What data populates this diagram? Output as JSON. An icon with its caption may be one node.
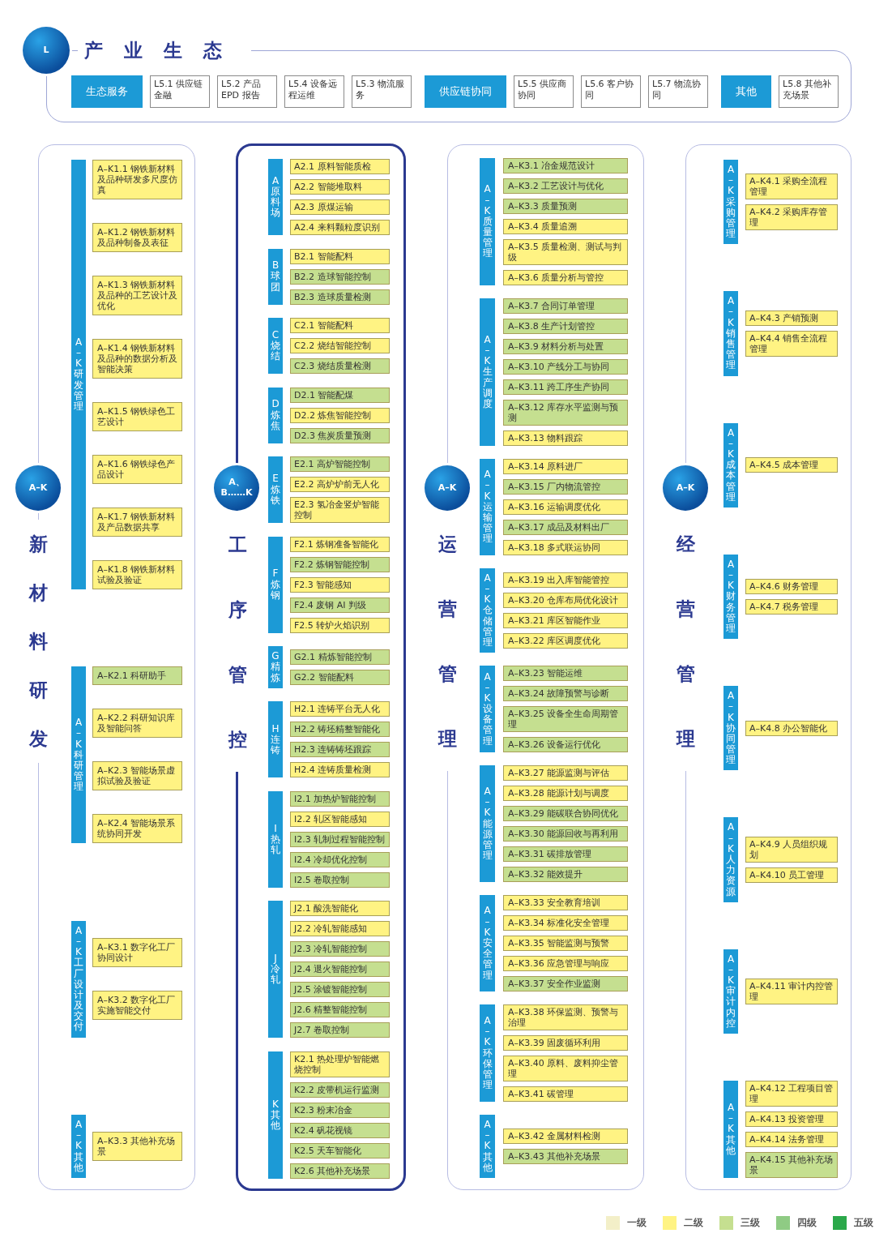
{
  "diagram": {
    "nodes": [
      {
        "text": [
          "L"
        ]
      },
      {
        "text": [
          "产业生态"
        ]
      },
      {
        "text": [
          "生态服务"
        ],
        "in": 1
      },
      {
        "text": [
          "L5.1 供应链金融"
        ],
        "in": 1
      },
      {
        "text": [
          "L5.2 产品 EPD 报告"
        ],
        "in": 1
      },
      {
        "text": [
          "L5.4 设备远程运维"
        ],
        "in": 1
      },
      {
        "text": [
          "L5.3 物流服务"
        ],
        "in": 1
      },
      {
        "text": [
          "供应链协同"
        ],
        "in": 1
      },
      {
        "text": [
          "L5.5 供应商协同"
        ],
        "in": 1
      },
      {
        "text": [
          "L5.6 客户协同"
        ],
        "in": 1
      },
      {
        "text": [
          "L5.7 物流协同"
        ],
        "in": 1
      },
      {
        "text": [
          "其他"
        ],
        "in": 1
      },
      {
        "text": [
          "L5.8 其他补充场景"
        ],
        "in": 1
      },
      {
        "text": [
          "A–K"
        ]
      },
      {
        "text": [
          "新材料研发"
        ]
      },
      {
        "text": [
          "A–K研发管理"
        ],
        "in": 14
      },
      {
        "text": [
          "A–K1.1 钢铁新材料及品种研发多尺度仿真"
        ],
        "in": 14
      },
      {
        "text": [
          "A–K1.2 钢铁新材料及品种制备及表征"
        ],
        "in": 14
      },
      {
        "text": [
          "A–K1.3 钢铁新材料及品种的工艺设计及优化"
        ],
        "in": 14
      },
      {
        "text": [
          "A–K1.4 钢铁新材料及品种的数据分析及智能决策"
        ],
        "in": 14
      },
      {
        "text": [
          "A–K1.5 钢铁绿色工艺设计"
        ],
        "in": 14
      },
      {
        "text": [
          "A–K1.6 钢铁绿色产品设计"
        ],
        "in": 14
      },
      {
        "text": [
          "A–K1.7 钢铁新材料及产品数据共享"
        ],
        "in": 14
      },
      {
        "text": [
          "A–K1.8 钢铁新材料试验及验证"
        ],
        "in": 14
      },
      {
        "text": [
          "A–K科研管理"
        ],
        "in": 14
      },
      {
        "text": [
          "A–K2.1 科研助手"
        ],
        "in": 14
      },
      {
        "text": [
          "A–K2.2 科研知识库及智能问答"
        ],
        "in": 14
      },
      {
        "text": [
          "A–K2.3 智能场景虚拟试验及验证"
        ],
        "in": 14
      },
      {
        "text": [
          "A–K2.4 智能场景系统协同开发"
        ],
        "in": 14
      },
      {
        "text": [
          "A–K工厂设计及交付"
        ],
        "in": 14
      },
      {
        "text": [
          "A–K3.1 数字化工厂协同设计"
        ],
        "in": 14
      },
      {
        "text": [
          "A–K3.2 数字化工厂实施智能交付"
        ],
        "in": 14
      },
      {
        "text": [
          "A–K其他"
        ],
        "in": 14
      },
      {
        "text": [
          "A–K3.3 其他补充场景"
        ],
        "in": 14
      },
      {
        "text": [
          "A、B……K"
        ]
      },
      {
        "text": [
          "工序管控"
        ]
      },
      {
        "text": [
          "A原料场"
        ],
        "in": 35
      },
      {
        "text": [
          "A2.1 原料智能质检"
        ],
        "in": 35
      },
      {
        "text": [
          "A2.2 智能堆取料"
        ],
        "in": 35
      },
      {
        "text": [
          "A2.3 原煤运输"
        ],
        "in": 35
      },
      {
        "text": [
          "A2.4 来料颗粒度识别"
        ],
        "in": 35
      },
      {
        "text": [
          "B球团"
        ],
        "in": 35
      },
      {
        "text": [
          "B2.1 智能配料"
        ],
        "in": 35
      },
      {
        "text": [
          "B2.2 造球智能控制"
        ],
        "in": 35
      },
      {
        "text": [
          "B2.3 造球质量检测"
        ],
        "in": 35
      },
      {
        "text": [
          "C烧结"
        ],
        "in": 35
      },
      {
        "text": [
          "C2.1 智能配料"
        ],
        "in": 35
      },
      {
        "text": [
          "C2.2 烧结智能控制"
        ],
        "in": 35
      },
      {
        "text": [
          "C2.3 烧结质量检测"
        ],
        "in": 35
      },
      {
        "text": [
          "D炼焦"
        ],
        "in": 35
      },
      {
        "text": [
          "D2.1 智能配煤"
        ],
        "in": 35
      },
      {
        "text": [
          "D2.2 炼焦智能控制"
        ],
        "in": 35
      },
      {
        "text": [
          "D2.3 焦炭质量预测"
        ],
        "in": 35
      },
      {
        "text": [
          "E炼铁"
        ],
        "in": 35
      },
      {
        "text": [
          "E2.1 高炉智能控制"
        ],
        "in": 35
      },
      {
        "text": [
          "E2.2 高炉炉前无人化"
        ],
        "in": 35
      },
      {
        "text": [
          "E2.3 氢冶金竖炉智能控制"
        ],
        "in": 35
      },
      {
        "text": [
          "F炼钢"
        ],
        "in": 35
      },
      {
        "text": [
          "F2.1 炼钢准备智能化"
        ],
        "in": 35
      },
      {
        "text": [
          "F2.2 炼钢智能控制"
        ],
        "in": 35
      },
      {
        "text": [
          "F2.3 智能感知"
        ],
        "in": 35
      },
      {
        "text": [
          "F2.4 废钢 AI 判级"
        ],
        "in": 35
      },
      {
        "text": [
          "F2.5 转炉火焰识别"
        ],
        "in": 35
      },
      {
        "text": [
          "G精炼"
        ],
        "in": 35
      },
      {
        "text": [
          "G2.1 精炼智能控制"
        ],
        "in": 35
      },
      {
        "text": [
          "G2.2 智能配料"
        ],
        "in": 35
      },
      {
        "text": [
          "H连铸"
        ],
        "in": 35
      },
      {
        "text": [
          "H2.1 连铸平台无人化"
        ],
        "in": 35
      },
      {
        "text": [
          "H2.2 铸坯精整智能化"
        ],
        "in": 35
      },
      {
        "text": [
          "H2.3 连铸铸坯跟踪"
        ],
        "in": 35
      },
      {
        "text": [
          "H2.4 连铸质量检测"
        ],
        "in": 35
      },
      {
        "text": [
          "I热轧"
        ],
        "in": 35
      },
      {
        "text": [
          "I2.1 加热炉智能控制"
        ],
        "in": 35
      },
      {
        "text": [
          "I2.2 轧区智能感知"
        ],
        "in": 35
      },
      {
        "text": [
          "I2.3 轧制过程智能控制"
        ],
        "in": 35
      },
      {
        "text": [
          "I2.4 冷却优化控制"
        ],
        "in": 35
      },
      {
        "text": [
          "I2.5 卷取控制"
        ],
        "in": 35
      },
      {
        "text": [
          "J冷轧"
        ],
        "in": 35
      },
      {
        "text": [
          "J2.1 酸洗智能化"
        ],
        "in": 35
      },
      {
        "text": [
          "J2.2 冷轧智能感知"
        ],
        "in": 35
      },
      {
        "text": [
          "J2.3 冷轧智能控制"
        ],
        "in": 35
      },
      {
        "text": [
          "J2.4 退火智能控制"
        ],
        "in": 35
      },
      {
        "text": [
          "J2.5 涂镀智能控制"
        ],
        "in": 35
      },
      {
        "text": [
          "J2.6 精整智能控制"
        ],
        "in": 35
      },
      {
        "text": [
          "J2.7 卷取控制"
        ],
        "in": 35
      },
      {
        "text": [
          "K其他"
        ],
        "in": 35
      },
      {
        "text": [
          "K2.1 热处理炉智能燃烧控制"
        ],
        "in": 35
      },
      {
        "text": [
          "K2.2 皮带机运行监测"
        ],
        "in": 35
      },
      {
        "text": [
          "K2.3 粉末冶金"
        ],
        "in": 35
      },
      {
        "text": [
          "K2.4 矾花视镜"
        ],
        "in": 35
      },
      {
        "text": [
          "K2.5 天车智能化"
        ],
        "in": 35
      },
      {
        "text": [
          "K2.6 其他补充场景"
        ],
        "in": 35
      },
      {
        "text": [
          "A–K"
        ]
      },
      {
        "text": [
          "运营管理"
        ]
      },
      {
        "text": [
          "A–K质量管理"
        ],
        "in": 93
      },
      {
        "text": [
          "A–K3.1 冶金规范设计"
        ],
        "in": 93
      },
      {
        "text": [
          "A–K3.2 工艺设计与优化"
        ],
        "in": 93
      },
      {
        "text": [
          "A–K3.3 质量预测"
        ],
        "in": 93
      },
      {
        "text": [
          "A–K3.4 质量追溯"
        ],
        "in": 93
      },
      {
        "text": [
          "A–K3.5 质量检测、测试与判级"
        ],
        "in": 93
      },
      {
        "text": [
          "A–K3.6 质量分析与管控"
        ],
        "in": 93
      },
      {
        "text": [
          "A–K生产调度"
        ],
        "in": 93
      },
      {
        "text": [
          "A–K3.7 合同订单管理"
        ],
        "in": 93
      },
      {
        "text": [
          "A–K3.8 生产计划管控"
        ],
        "in": 93
      },
      {
        "text": [
          "A–K3.9 材料分析与处置"
        ],
        "in": 93
      },
      {
        "text": [
          "A–K3.10 产线分工与协同"
        ],
        "in": 93
      },
      {
        "text": [
          "A–K3.11 跨工序生产协同"
        ],
        "in": 93
      },
      {
        "text": [
          "A–K3.12 库存水平监测与预测"
        ],
        "in": 93
      },
      {
        "text": [
          "A–K3.13 物料跟踪"
        ],
        "in": 93
      },
      {
        "text": [
          "A–K运输管理"
        ],
        "in": 93
      },
      {
        "text": [
          "A–K3.14 原料进厂"
        ],
        "in": 93
      },
      {
        "text": [
          "A–K3.15 厂内物流管控"
        ],
        "in": 93
      },
      {
        "text": [
          "A–K3.16 运输调度优化"
        ],
        "in": 93
      },
      {
        "text": [
          "A–K3.17 成品及材料出厂"
        ],
        "in": 93
      },
      {
        "text": [
          "A–K3.18 多式联运协同"
        ],
        "in": 93
      },
      {
        "text": [
          "A–K仓储管理"
        ],
        "in": 93
      },
      {
        "text": [
          "A–K3.19 出入库智能管控"
        ],
        "in": 93
      },
      {
        "text": [
          "A–K3.20 仓库布局优化设计"
        ],
        "in": 93
      },
      {
        "text": [
          "A–K3.21 库区智能作业"
        ],
        "in": 93
      },
      {
        "text": [
          "A–K3.22 库区调度优化"
        ],
        "in": 93
      },
      {
        "text": [
          "A–K设备管理"
        ],
        "in": 93
      },
      {
        "text": [
          "A–K3.23 智能运维"
        ],
        "in": 93
      },
      {
        "text": [
          "A–K3.24 故障预警与诊断"
        ],
        "in": 93
      },
      {
        "text": [
          "A–K3.25 设备全生命周期管理"
        ],
        "in": 93
      },
      {
        "text": [
          "A–K3.26 设备运行优化"
        ],
        "in": 93
      },
      {
        "text": [
          "A–K能源管理"
        ],
        "in": 93
      },
      {
        "text": [
          "A–K3.27 能源监测与评估"
        ],
        "in": 93
      },
      {
        "text": [
          "A–K3.28 能源计划与调度"
        ],
        "in": 93
      },
      {
        "text": [
          "A–K3.29 能碳联合协同优化"
        ],
        "in": 93
      },
      {
        "text": [
          "A–K3.30 能源回收与再利用"
        ],
        "in": 93
      },
      {
        "text": [
          "A–K3.31 碳排放管理"
        ],
        "in": 93
      },
      {
        "text": [
          "A–K3.32 能效提升"
        ],
        "in": 93
      },
      {
        "text": [
          "A–K安全管理"
        ],
        "in": 93
      },
      {
        "text": [
          "A–K3.33 安全教育培训"
        ],
        "in": 93
      },
      {
        "text": [
          "A–K3.34 标准化安全管理"
        ],
        "in": 93
      },
      {
        "text": [
          "A–K3.35 智能监测与预警"
        ],
        "in": 93
      },
      {
        "text": [
          "A–K3.36 应急管理与响应"
        ],
        "in": 93
      },
      {
        "text": [
          "A–K3.37 安全作业监测"
        ],
        "in": 93
      },
      {
        "text": [
          "A–K环保管理"
        ],
        "in": 93
      },
      {
        "text": [
          "A–K3.38 环保监测、预警与治理"
        ],
        "in": 93
      },
      {
        "text": [
          "A–K3.39 固废循环利用"
        ],
        "in": 93
      },
      {
        "text": [
          "A–K3.40 原料、废料抑尘管理"
        ],
        "in": 93
      },
      {
        "text": [
          "A–K3.41 碳管理"
        ],
        "in": 93
      },
      {
        "text": [
          "A–K其他"
        ],
        "in": 93
      },
      {
        "text": [
          "A–K3.42 金属材料检测"
        ],
        "in": 93
      },
      {
        "text": [
          "A–K3.43 其他补充场景"
        ],
        "in": 93
      },
      {
        "text": [
          "A–K"
        ]
      },
      {
        "text": [
          "经营管理"
        ]
      },
      {
        "text": [
          "A–K采购管理"
        ],
        "in": 147
      },
      {
        "text": [
          "A–K4.1 采购全流程管理"
        ],
        "in": 147
      },
      {
        "text": [
          "A–K4.2 采购库存管理"
        ],
        "in": 147
      },
      {
        "text": [
          "A–K销售管理"
        ],
        "in": 147
      },
      {
        "text": [
          "A–K4.3 产销预测"
        ],
        "in": 147
      },
      {
        "text": [
          "A–K4.4 销售全流程管理"
        ],
        "in": 147
      },
      {
        "text": [
          "A–K成本管理"
        ],
        "in": 147
      },
      {
        "text": [
          "A–K4.5 成本管理"
        ],
        "in": 147
      },
      {
        "text": [
          "A–K财务管理"
        ],
        "in": 147
      },
      {
        "text": [
          "A–K4.6 财务管理"
        ],
        "in": 147
      },
      {
        "text": [
          "A–K4.7 税务管理"
        ],
        "in": 147
      },
      {
        "text": [
          "A–K协同管理"
        ],
        "in": 147
      },
      {
        "text": [
          "A–K4.8 办公智能化"
        ],
        "in": 147
      },
      {
        "text": [
          "A–K人力资源"
        ],
        "in": 147
      },
      {
        "text": [
          "A–K4.9 人员组织规划"
        ],
        "in": 147
      },
      {
        "text": [
          "A–K4.10 员工管理"
        ],
        "in": 147
      },
      {
        "text": [
          "A–K审计内控"
        ],
        "in": 147
      },
      {
        "text": [
          "A–K4.11 审计内控管理"
        ],
        "in": 147
      },
      {
        "text": [
          "A–K其他"
        ],
        "in": 147
      },
      {
        "text": [
          "A–K4.12 工程项目管理"
        ],
        "in": 147
      },
      {
        "text": [
          "A–K4.13 投资管理"
        ],
        "in": 147
      },
      {
        "text": [
          "A–K4.14 法务管理"
        ],
        "in": 147
      },
      {
        "text": [
          "A–K4.15 其他补充场景"
        ],
        "in": 147
      }
    ],
    "legend": [
      {
        "text": "一级",
        "color": "#f3efc8"
      },
      {
        "text": "二级",
        "color": "#fff383"
      },
      {
        "text": "三级",
        "color": "#c5df90"
      },
      {
        "text": "四级",
        "color": "#8fcb84"
      },
      {
        "text": "五级",
        "color": "#2ba84a"
      }
    ]
  }
}
